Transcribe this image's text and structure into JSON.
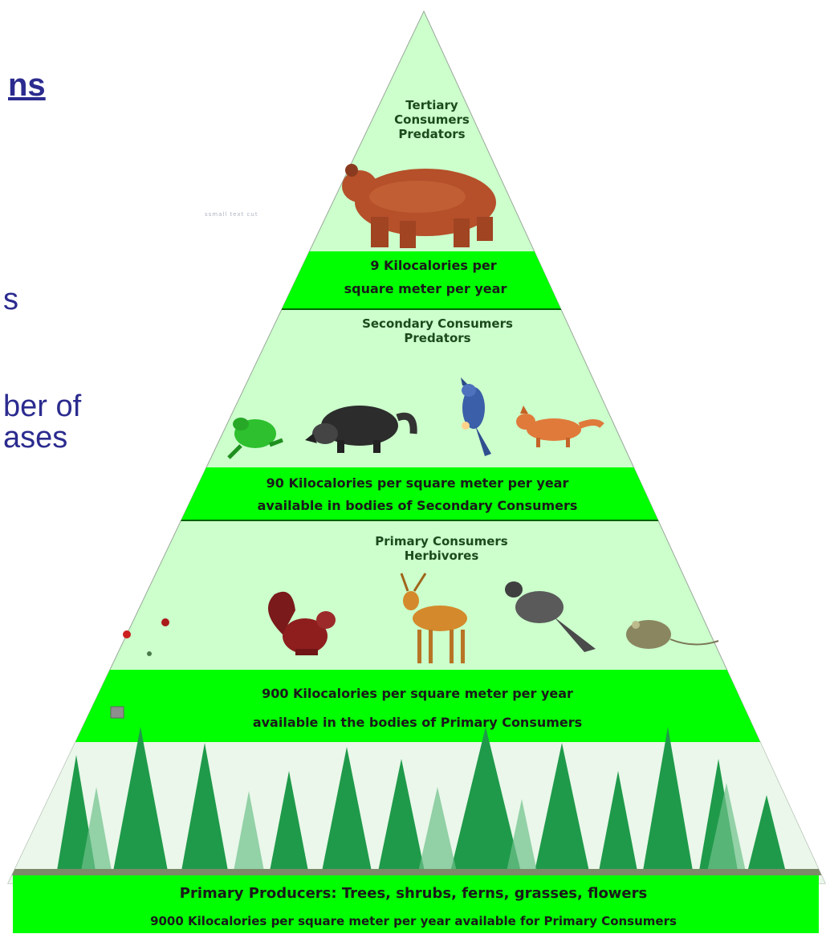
{
  "slide": {
    "heading_fragment": "ns",
    "line_fragment_1": "s",
    "line_fragment_2": "ber of",
    "line_fragment_3": "ases",
    "faint_caption": "ssmall text cut"
  },
  "pyramid": {
    "tertiary": {
      "title_lines": [
        "Tertiary",
        "Consumers",
        "Predators"
      ],
      "energy_line_1": "9 Kilocalories per",
      "energy_line_2": "square meter per year",
      "organism_icons": [
        "bear-icon"
      ]
    },
    "secondary": {
      "title_lines": [
        "Secondary Consumers",
        "Predators"
      ],
      "energy_line_1": "90 Kilocalories per square meter per year",
      "energy_line_2": "available in bodies of Secondary Consumers",
      "organism_icons": [
        "frog-icon",
        "raccoon-icon",
        "blue-jay-icon",
        "fox-icon"
      ]
    },
    "primary": {
      "title_lines": [
        "Primary Consumers",
        "Herbivores"
      ],
      "energy_line_1": "900 Kilocalories per square meter per year",
      "energy_line_2": "available in the bodies of Primary Consumers",
      "organism_icons": [
        "insects-icon",
        "squirrel-icon",
        "deer-icon",
        "bird-icon",
        "mouse-icon"
      ]
    },
    "producers": {
      "title": "Primary Producers:  Trees, shrubs, ferns, grasses, flowers",
      "energy_line": "9000 Kilocalories per square meter per year available for Primary Consumers",
      "organism_icons": [
        "pine-tree-icon"
      ]
    }
  },
  "colors": {
    "pyramid_fill": "#ccffcc",
    "band_fill": "#00ff00",
    "band_border": "#008000",
    "slide_text": "#2b2b8f"
  }
}
